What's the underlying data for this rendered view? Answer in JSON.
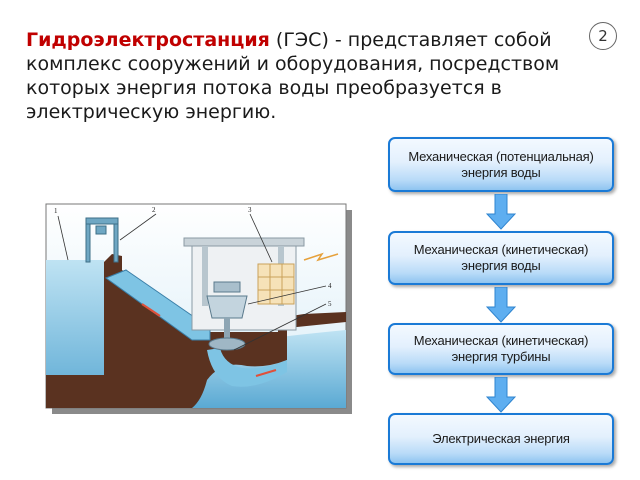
{
  "slide": {
    "page_number": "2",
    "intro": {
      "term": "Гидроэлектростанция",
      "rest": " (ГЭС) -  представляет собой комплекс сооружений и оборудования, посредством которых энергия потока воды преобразуется в электрическую энергию."
    }
  },
  "diagram": {
    "labels": [
      "1",
      "2",
      "3",
      "4",
      "5"
    ]
  },
  "flow": {
    "boxes": [
      {
        "line1": "Механическая (потенциальная)",
        "line2": "энергия воды"
      },
      {
        "line1": "Механическая (кинетическая)",
        "line2": "энергия воды"
      },
      {
        "line1": "Механическая (кинетическая)",
        "line2": "энергия турбины"
      },
      {
        "line1": "Электрическая энергия",
        "line2": ""
      }
    ]
  },
  "colors": {
    "term": "#c00000",
    "box_border": "#1a7ad6",
    "water": "#6fb6d9",
    "earth": "#5a3220"
  }
}
